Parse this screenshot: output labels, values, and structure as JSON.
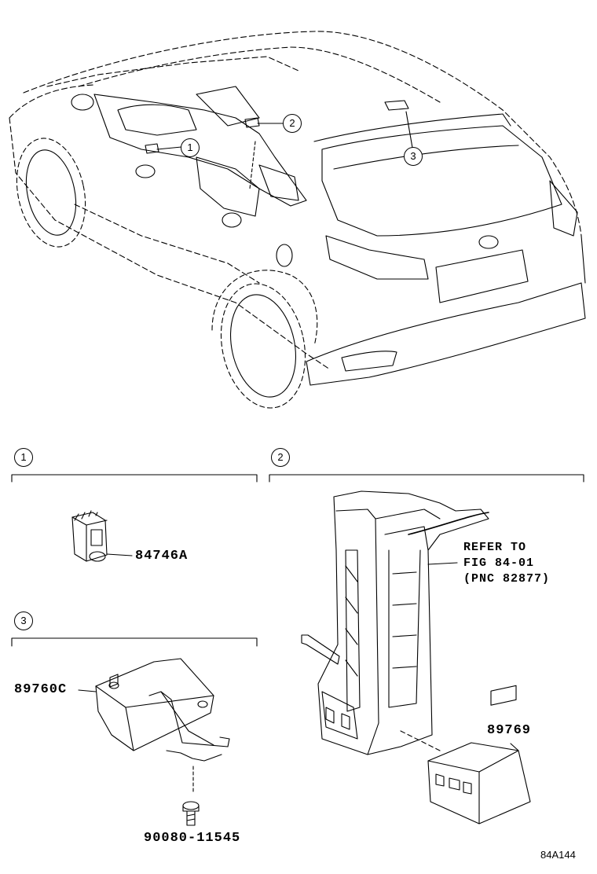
{
  "callouts": {
    "one": "1",
    "two": "2",
    "three": "3"
  },
  "sections": {
    "one": {
      "number": "1",
      "parts": [
        {
          "pnc": "84746A"
        }
      ]
    },
    "two": {
      "number": "2",
      "reference": [
        "REFER TO",
        "FIG 84-01",
        "(PNC 82877)"
      ],
      "parts": [
        {
          "pnc": "89769"
        }
      ]
    },
    "three": {
      "number": "3",
      "parts": [
        {
          "pnc": "89760C"
        },
        {
          "pnc": "90080-11545"
        }
      ]
    }
  },
  "figure_id": "84A144"
}
